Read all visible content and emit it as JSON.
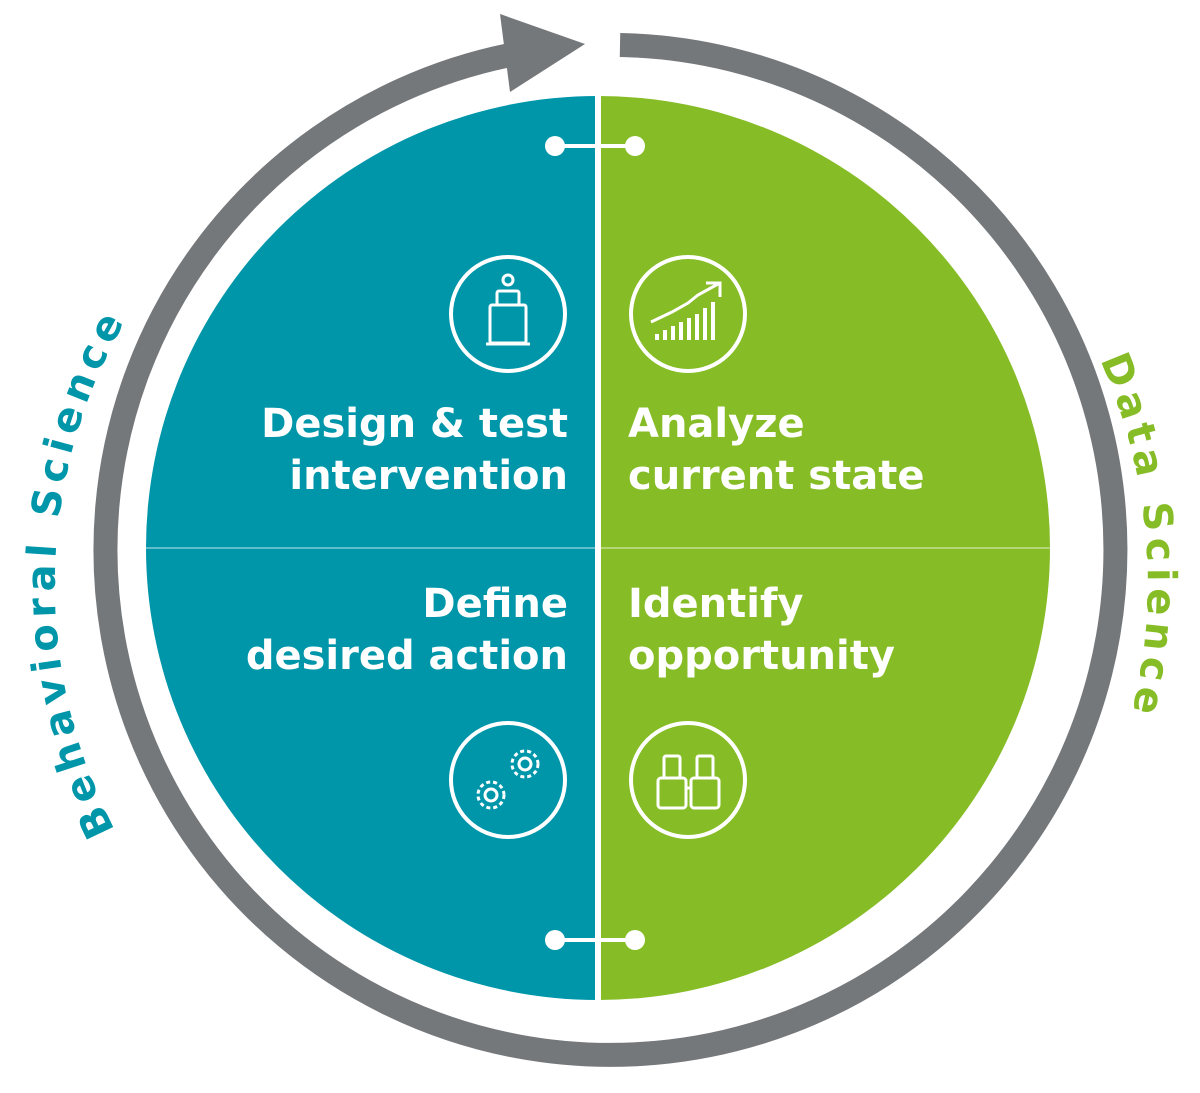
{
  "colors": {
    "behavioral": "#0096aa",
    "data": "#86bc25",
    "ring": "#75787b",
    "divider": "#ffffff"
  },
  "side_labels": {
    "left": "Behavioral Science",
    "right": "Data Science"
  },
  "quadrants": [
    {
      "id": "top-left",
      "lines": [
        "Design & test",
        "intervention"
      ],
      "icon": "podium-icon"
    },
    {
      "id": "top-right",
      "lines": [
        "Analyze",
        "current state"
      ],
      "icon": "growth-chart-icon"
    },
    {
      "id": "bottom-left",
      "lines": [
        "Define",
        "desired action"
      ],
      "icon": "gears-icon"
    },
    {
      "id": "bottom-right",
      "lines": [
        "Identify",
        "opportunity"
      ],
      "icon": "binoculars-icon"
    }
  ]
}
